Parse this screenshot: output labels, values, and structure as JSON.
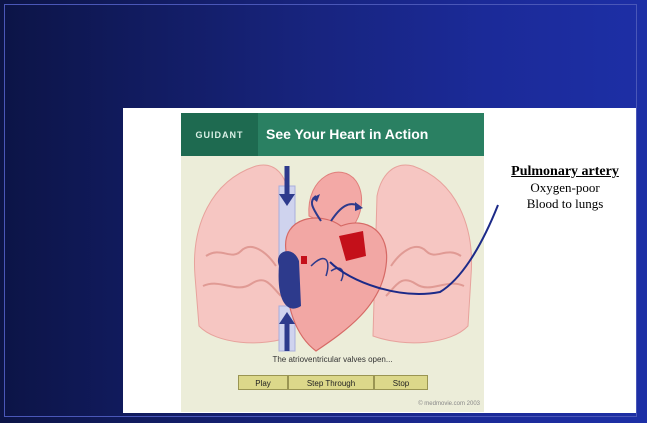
{
  "movie": {
    "brand": "GUIDANT",
    "title": "See Your Heart in Action",
    "caption": "The atrioventricular valves open...",
    "controls": {
      "play": "Play",
      "step_through": "Step Through",
      "stop": "Stop"
    },
    "copyright": "© medmovie.com 2003"
  },
  "annotation": {
    "title": "Pulmonary artery",
    "line1": "Oxygen-poor",
    "line2": "Blood to lungs"
  },
  "colors": {
    "header_green": "#2a8062",
    "lung_pink": "#f6c6c2",
    "heart_red": "#d63036",
    "deoxy_blue": "#2d3a8c",
    "button_tan": "#dcd88a"
  }
}
